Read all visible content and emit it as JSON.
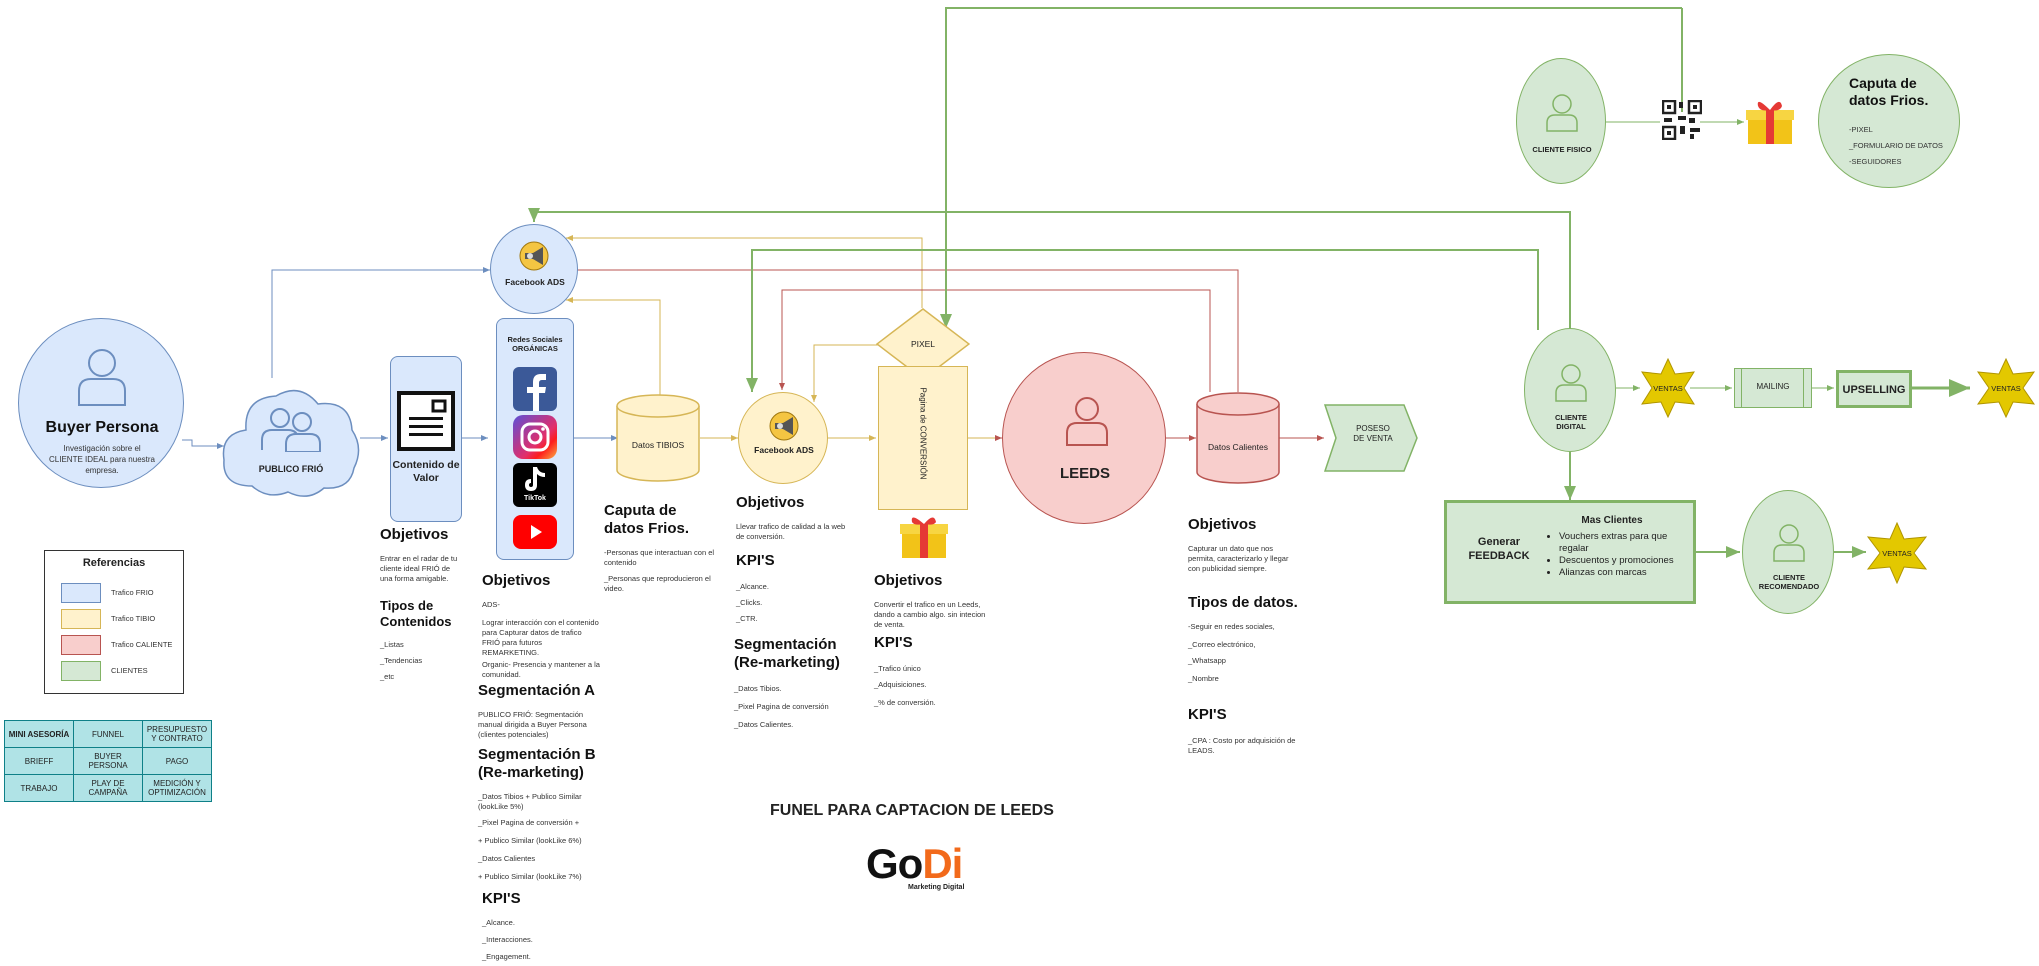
{
  "title": "FUNEL PARA CAPTACION DE LEEDS",
  "logo": {
    "text_go": "GoDi",
    "subtitle": "Marketing Digital"
  },
  "buyer_persona": {
    "title": "Buyer Persona",
    "desc": "Investigación sobre el CLIENTE IDEAL para nuestra empresa."
  },
  "publico_frio": {
    "label": "PUBLICO FRIÓ"
  },
  "contenido": {
    "label": "Contenido de Valor"
  },
  "facebook_ads_1": {
    "label": "Facebook ADS"
  },
  "redes": {
    "label": "Redes Sociales ORGÁNICAS",
    "tiktok": "TikTok"
  },
  "datos_tibios": {
    "label": "Datos TIBIOS"
  },
  "facebook_ads_2": {
    "label": "Facebook ADS"
  },
  "pixel": {
    "label": "PIXEL"
  },
  "pagina_conversion": {
    "label": "Pagina de CONVERSIÓN"
  },
  "leeds": {
    "label": "LEEDS"
  },
  "datos_calientes": {
    "label": "Datos Calientes"
  },
  "poseso": {
    "label": "POSESO DE VENTA"
  },
  "cliente_fisico": {
    "label": "CLIENTE FISICO"
  },
  "captura_top": {
    "title": "Caputa de datos Frios.",
    "items": [
      "-PIXEL",
      "_FORMULARIO DE DATOS",
      "-SEGUIDORES"
    ]
  },
  "cliente_digital": {
    "label": "CLIENTE DIGITAL"
  },
  "ventas_1": "VENTAS",
  "mailing": "MAILING",
  "upselling": "UPSELLING",
  "ventas_2": "VENTAS",
  "feedback": {
    "title": "Generar FEEDBACK",
    "list_title": "Mas Clientes",
    "items": [
      "Vouchers extras para que regalar",
      "Descuentos y promociones",
      "Alianzas con marcas"
    ]
  },
  "cliente_recomendado": {
    "label": "CLIENTE RECOMENDADO"
  },
  "ventas_3": "VENTAS",
  "col1": {
    "objetivos": "Objetivos",
    "obj_desc": "Entrar en el radar de tu cliente ideal FRIÓ de una forma amigable.",
    "tipos": "Tipos de Contenidos",
    "items": [
      "_Listas",
      "_Tendencias",
      "_etc"
    ]
  },
  "col2": {
    "objetivos": "Objetivos",
    "ads": "ADS-",
    "ads_desc": "Lograr interacción con el contenido para Capturar datos de trafico FRIÓ para futuros REMARKETING.",
    "organic": "Organic- Presencia y mantener a la comunidad.",
    "seg_a": "Segmentación A",
    "seg_a_desc": "PUBLICO FRIÓ: Segmentación manual dirigida a Buyer Persona (clientes potenciales)",
    "seg_b": "Segmentación B (Re-marketing)",
    "seg_b_items": [
      "_Datos Tibios + Publico Similar (lookLike 5%)",
      "_Pixel Pagina de conversión +",
      "+ Publico Similar (lookLike 6%)",
      "_Datos Calientes",
      "+ Publico Similar (lookLike 7%)"
    ],
    "kpis": "KPI'S",
    "kpi_items": [
      "_Alcance.",
      "_Interacciones.",
      "_Engagement."
    ]
  },
  "col3": {
    "title": "Caputa de datos Frios.",
    "items": [
      "-Personas que interactuan con el contenido",
      "_Personas que reproducieron el video."
    ]
  },
  "col4": {
    "objetivos": "Objetivos",
    "obj_desc": "Llevar trafico de calidad a la web de conversión.",
    "kpis": "KPI'S",
    "kpi_items": [
      "_Alcance.",
      "_Clicks.",
      "_CTR."
    ],
    "seg": "Segmentación (Re-marketing)",
    "seg_items": [
      "_Datos Tibios.",
      "_Pixel Pagina de conversión",
      "_Datos Calientes."
    ]
  },
  "col5": {
    "objetivos": "Objetivos",
    "obj_desc": "Convertir el trafico en un Leeds, dando a cambio algo. sin intecion de venta.",
    "kpis": "KPI'S",
    "kpi_items": [
      "_Trafico único",
      "_Adquisiciones.",
      "_% de conversión."
    ]
  },
  "col6": {
    "objetivos": "Objetivos",
    "obj_desc": "Capturar un dato que nos permita, caracterizarlo y llegar con publicidad siempre.",
    "tipos": "Tipos de datos.",
    "tipos_items": [
      "-Seguir en redes sociales,",
      "_Correo electrónico,",
      "_Whatsapp",
      "_Nombre"
    ],
    "kpis": "KPI'S",
    "kpi_items": [
      "_CPA : Costo por adquisición de LEADS."
    ]
  },
  "referencias": {
    "title": "Referencias",
    "items": [
      {
        "label": "Trafico FRIO",
        "color": "#dae8fc"
      },
      {
        "label": "Trafico TIBIO",
        "color": "#fff2cc"
      },
      {
        "label": "Trafico CALIENTE",
        "color": "#f8cecc"
      },
      {
        "label": "CLIENTES",
        "color": "#d5e8d4"
      }
    ]
  },
  "mini_table": [
    [
      "MINI ASESORÍA",
      "FUNNEL",
      "PRESUPUESTO Y CONTRATO"
    ],
    [
      "BRIEFF",
      "BUYER PERSONA",
      "PAGO"
    ],
    [
      "TRABAJO",
      "PLAY DE CAMPAÑA",
      "MEDICIÓN Y OPTIMIZACIÓN"
    ]
  ],
  "colors": {
    "frio": "#6c8ebf",
    "tibio": "#d6b656",
    "caliente": "#b85450",
    "clientes": "#82b366"
  }
}
